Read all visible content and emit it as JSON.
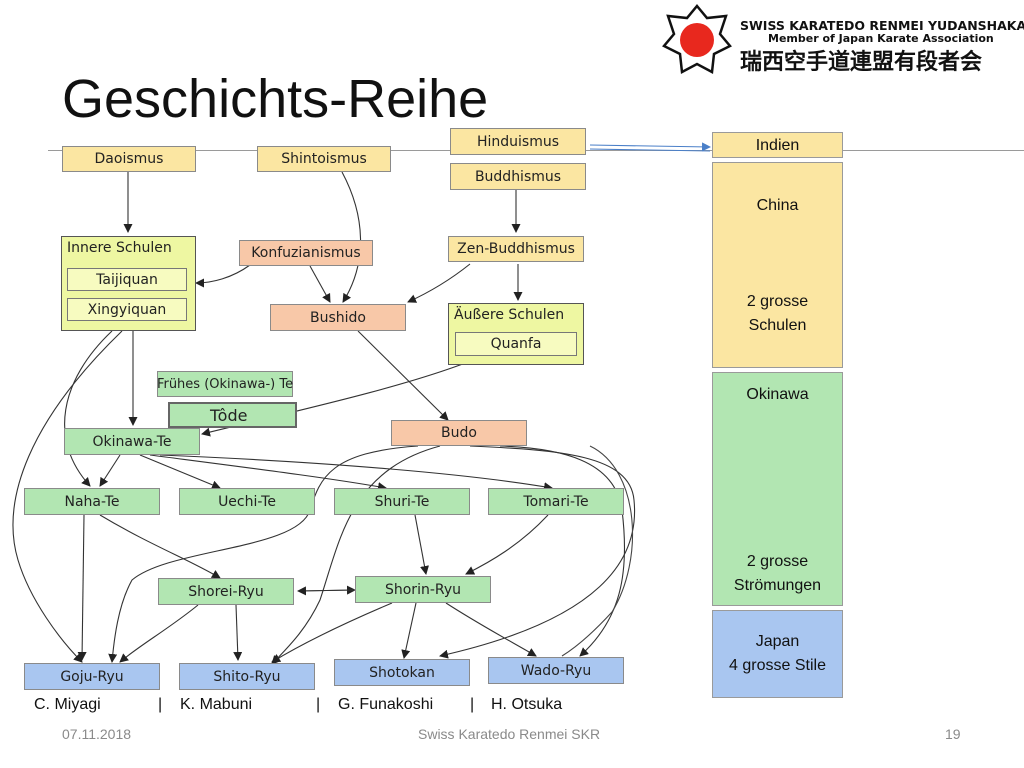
{
  "logo": {
    "line1": "SWISS KARATEDO RENMEI YUDANSHAKAI",
    "line2": "Member of Japan Karate Association",
    "line3": "瑞西空手道連盟有段者会"
  },
  "title": "Geschichts-Reihe",
  "nodes": {
    "hinduismus": "Hinduismus",
    "buddhismus": "Buddhismus",
    "daoismus": "Daoismus",
    "shintoismus": "Shintoismus",
    "zen": "Zen-Buddhismus",
    "konfuzianismus": "Konfuzianismus",
    "innere": "Innere Schulen",
    "taijiquan": "Taijiquan",
    "xingyiquan": "Xingyiquan",
    "bushido": "Bushido",
    "aeussere": "Äußere Schulen",
    "quanfa": "Quanfa",
    "fruehes": "Frühes (Okinawa-) Te",
    "tode": "Tôde",
    "okinawa_te": "Okinawa-Te",
    "budo": "Budo",
    "naha_te": "Naha-Te",
    "uechi_te": "Uechi-Te",
    "shuri_te": "Shuri-Te",
    "tomari_te": "Tomari-Te",
    "shorei_ryu": "Shorei-Ryu",
    "shorin_ryu": "Shorin-Ryu",
    "goju_ryu": "Goju-Ryu",
    "shito_ryu": "Shito-Ryu",
    "shotokan": "Shotokan",
    "wado_ryu": "Wado-Ryu"
  },
  "eras": {
    "indien": "Indien",
    "china_1": "China",
    "china_2": "2 grosse",
    "china_3": "Schulen",
    "okinawa_1": "Okinawa",
    "okinawa_2": "2 grosse",
    "okinawa_3": "Strömungen",
    "japan_1": "Japan",
    "japan_2": "4 grosse Stile"
  },
  "colors": {
    "religion": "#fbe6a2",
    "philosophy": "#f8c8a8",
    "okinawa": "#b2e6b2",
    "japan": "#a9c6f0",
    "china_school": "#eef7a2",
    "logo_red": "#e8281e"
  },
  "masters": {
    "m1": "C. Miyagi",
    "m2": "K. Mabuni",
    "m3": "G. Funakoshi",
    "m4": "H. Otsuka",
    "sep": "|"
  },
  "footer": {
    "date": "07.11.2018",
    "center": "Swiss Karatedo Renmei SKR",
    "page": "19"
  }
}
